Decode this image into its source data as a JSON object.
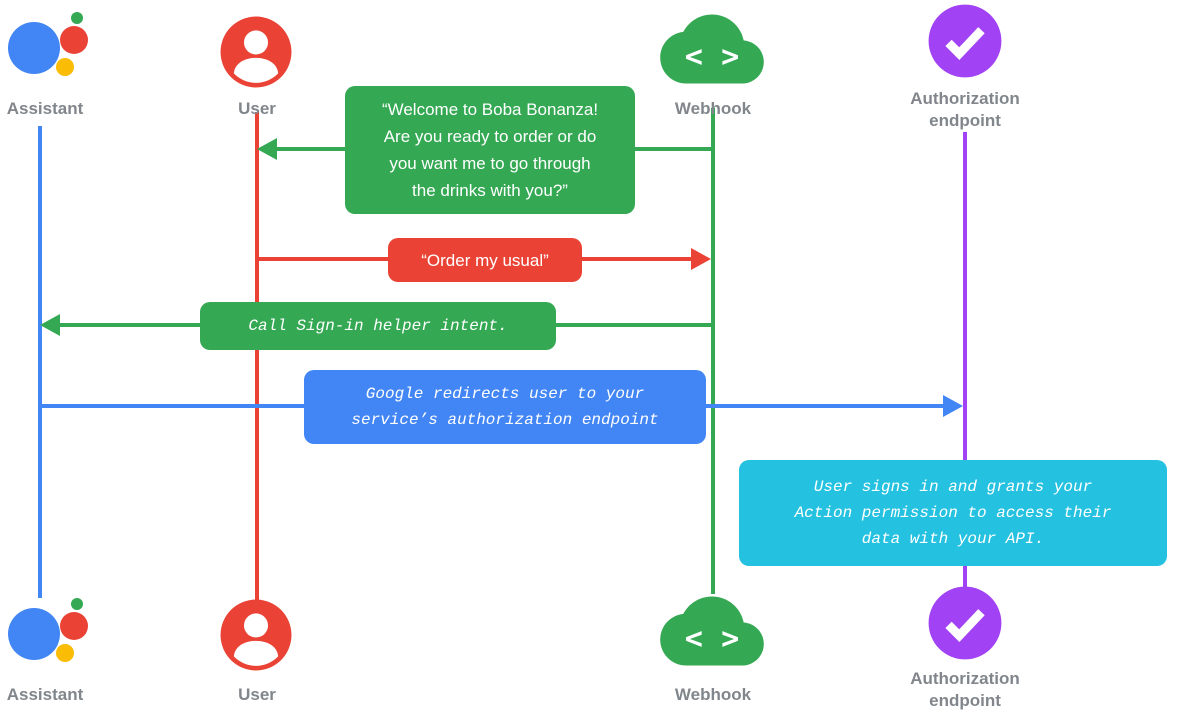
{
  "colors": {
    "assistant_blue": "#4285F4",
    "user_red": "#EA4335",
    "webhook_green": "#34A853",
    "auth_purple": "#A142F4",
    "grant_cyan": "#24C1E0",
    "logo_yellow": "#FBBC05",
    "label_gray": "#80868B"
  },
  "actors": {
    "assistant": {
      "label": "Assistant"
    },
    "user": {
      "label": "User"
    },
    "webhook": {
      "label": "Webhook",
      "icon_glyph": "< >"
    },
    "auth": {
      "label_line1": "Authorization",
      "label_line2": "endpoint"
    }
  },
  "messages": {
    "welcome": {
      "text": "“Welcome to Boba Bonanza!\nAre you ready to order or do\nyou want me to go through\nthe drinks with you?”",
      "from": "Webhook",
      "to": "User"
    },
    "order": {
      "text": "“Order my usual”",
      "from": "User",
      "to": "Webhook"
    },
    "signin": {
      "text": "Call Sign-in helper intent.",
      "from": "Webhook",
      "to": "Assistant"
    },
    "redirect": {
      "text": "Google redirects user to your\nservice’s authorization endpoint",
      "from": "Assistant",
      "to": "Authorization endpoint"
    },
    "grant": {
      "text": "User signs in and grants your\nAction permission to access their\ndata with your API.",
      "at": "Authorization endpoint"
    }
  }
}
